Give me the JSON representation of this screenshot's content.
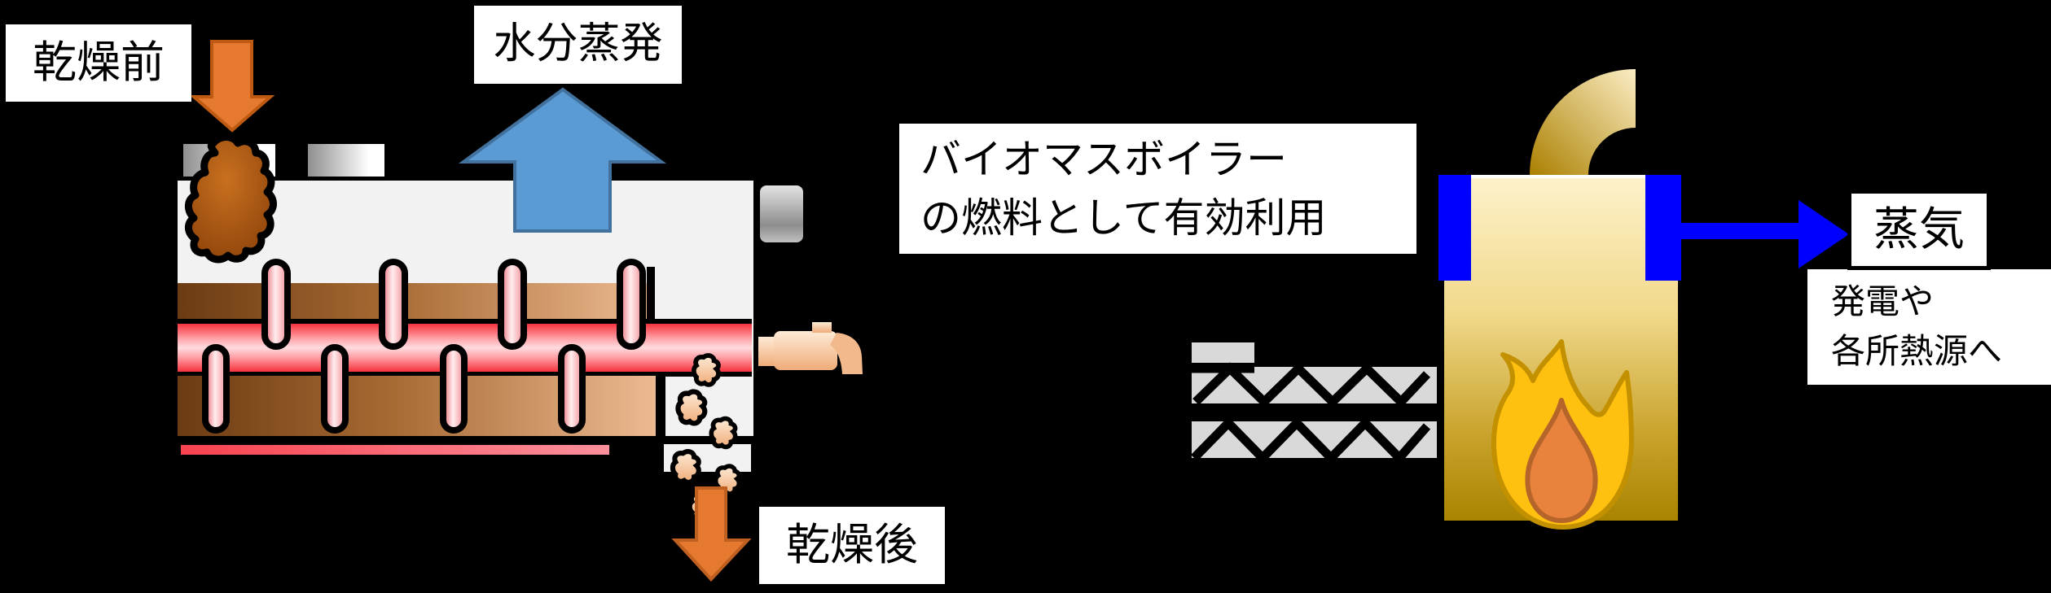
{
  "diagram": {
    "background": "#000000",
    "dryer": {
      "label_before_drying": "乾燥前",
      "label_moisture_evaporation": "水分蒸発",
      "label_after_drying": "乾燥後"
    },
    "note": {
      "line1": "バイオマスボイラー",
      "line2": "の燃料として有効利用"
    },
    "boiler": {
      "label_steam": "蒸気",
      "usage_line1": "発電や",
      "usage_line2": "各所熱源へ"
    },
    "icons": [
      "down-arrow-icon",
      "up-arrow-icon",
      "steam-arrow-icon",
      "flame-icon",
      "wet-material-cloud-icon",
      "dried-pellet-icon",
      "drain-pipe-icon",
      "chimney-icon",
      "screw-conveyor-icon",
      "heat-tube",
      "paddle-pin"
    ],
    "colors": {
      "input_arrow_orange": "#E5792F",
      "evaporation_arrow_blue": "#5B9BD5",
      "steam_blue": "#0000FF",
      "flame_yellow": "#FFC010",
      "flame_core_orange": "#E8823C",
      "dryer_body_gray": "#F2F2F2",
      "conveyor_gray": "#D9D9D9",
      "heat_tube_red": "#F5383F",
      "wet_material_brown": "#8F440C",
      "boiler_gold": "#A98400"
    }
  }
}
